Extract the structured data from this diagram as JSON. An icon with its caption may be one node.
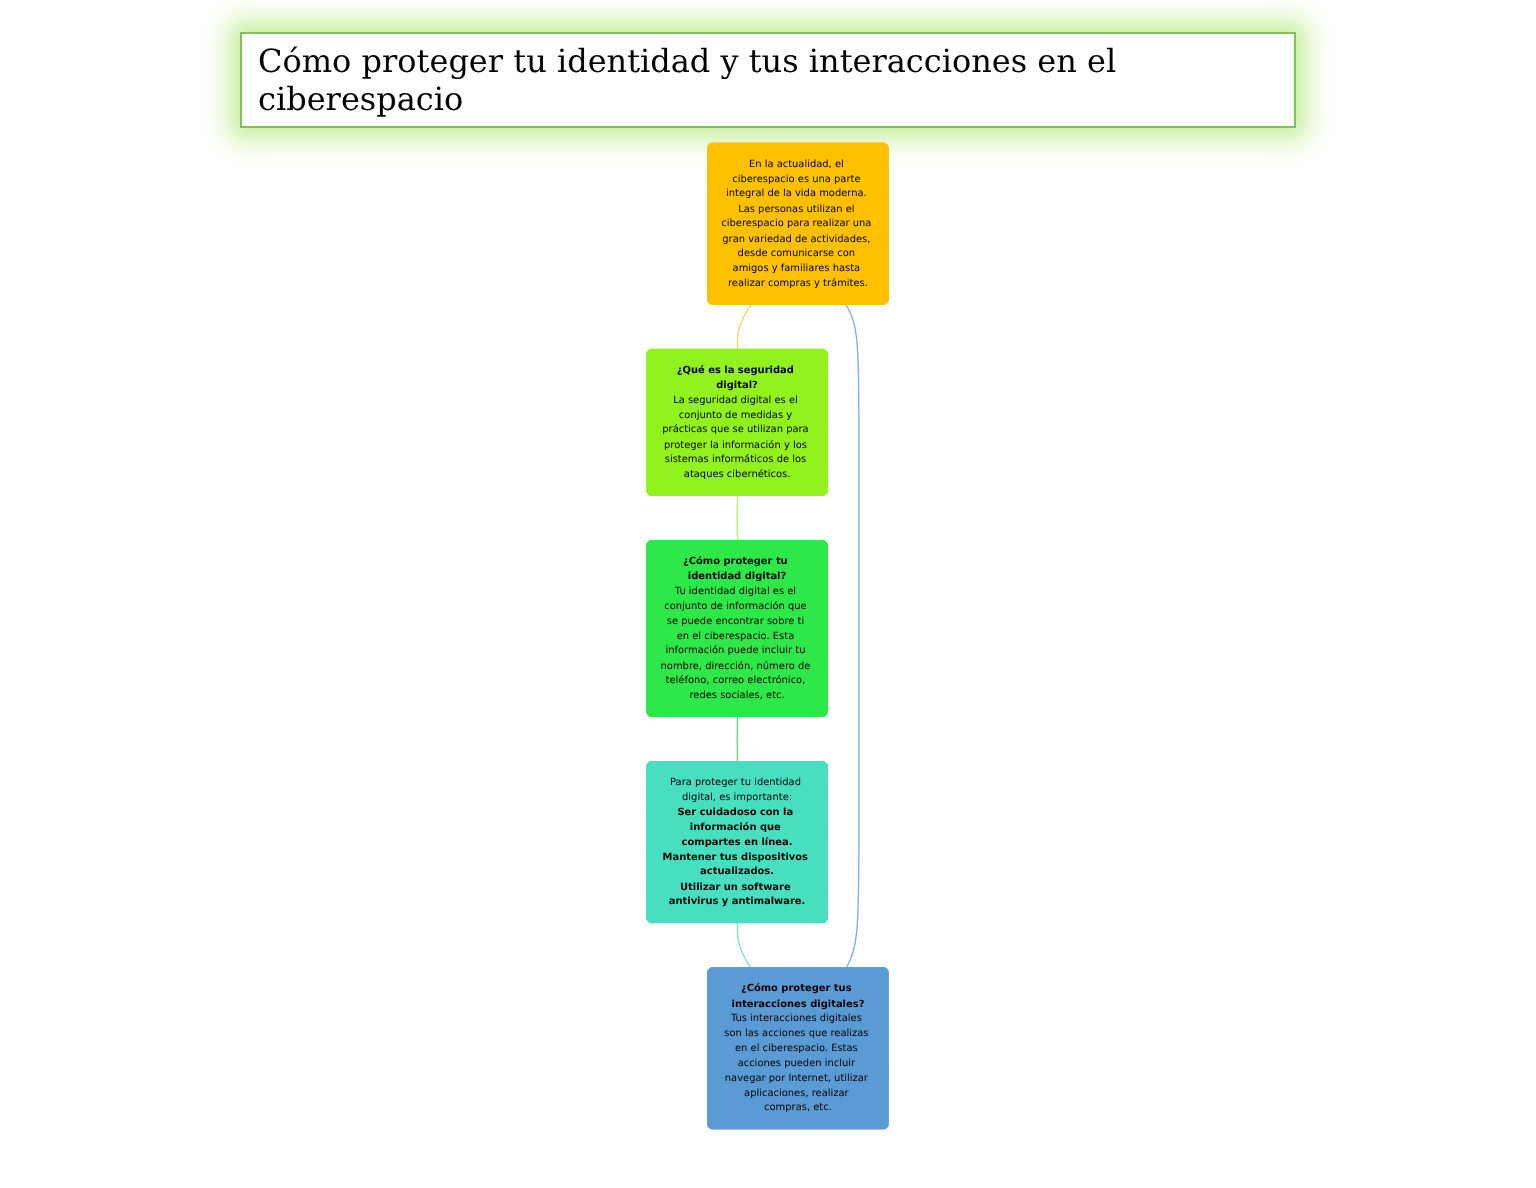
{
  "diagram": {
    "title": "Cómo proteger tu identidad y tus interacciones en el ciberespacio",
    "nodes": [
      {
        "text": [
          "En la actualidad, el ciberespacio es una parte integral de la vida moderna. Las personas utilizan el ciberespacio para realizar una gran variedad de actividades, desde comunicarse con amigos y familiares hasta realizar compras y trámites."
        ]
      },
      {
        "text": [
          "¿Qué es la seguridad digital?",
          "La seguridad digital es el conjunto de medidas y prácticas que se utilizan para proteger la información y los sistemas informáticos de los ataques cibernéticos."
        ]
      },
      {
        "text": [
          "¿Cómo proteger tu identidad digital?",
          "Tu identidad digital es el conjunto de información que se puede encontrar sobre ti en el ciberespacio. Esta información puede incluir tu nombre, dirección, número de teléfono, correo electrónico, redes sociales, etc."
        ]
      },
      {
        "text": [
          "Para proteger tu identidad digital, es importante:",
          "Ser cuidadoso con la información que compartes en línea.",
          "Mantener tus dispositivos actualizados.",
          "Utilizar un software antivirus y antimalware."
        ]
      },
      {
        "text": [
          "¿Cómo proteger tus interacciones digitales?",
          "Tus interacciones digitales son las acciones que realizas en el ciberespacio. Estas acciones pueden incluir navegar por Internet, utilizar aplicaciones, realizar compras, etc."
        ]
      }
    ],
    "edges": [
      {
        "from": 0,
        "to": 1,
        "arrow": "none",
        "color": "#f5d76e"
      },
      {
        "from": 1,
        "to": 2,
        "arrow": "none",
        "color": "#b8f06a"
      },
      {
        "from": 2,
        "to": 3,
        "arrow": "none",
        "color": "#5fe07a"
      },
      {
        "from": 3,
        "to": 4,
        "arrow": "none",
        "color": "#7fe3c8"
      },
      {
        "from": 4,
        "to": 0,
        "arrow": "none",
        "color": "#7fb0e0"
      }
    ]
  }
}
